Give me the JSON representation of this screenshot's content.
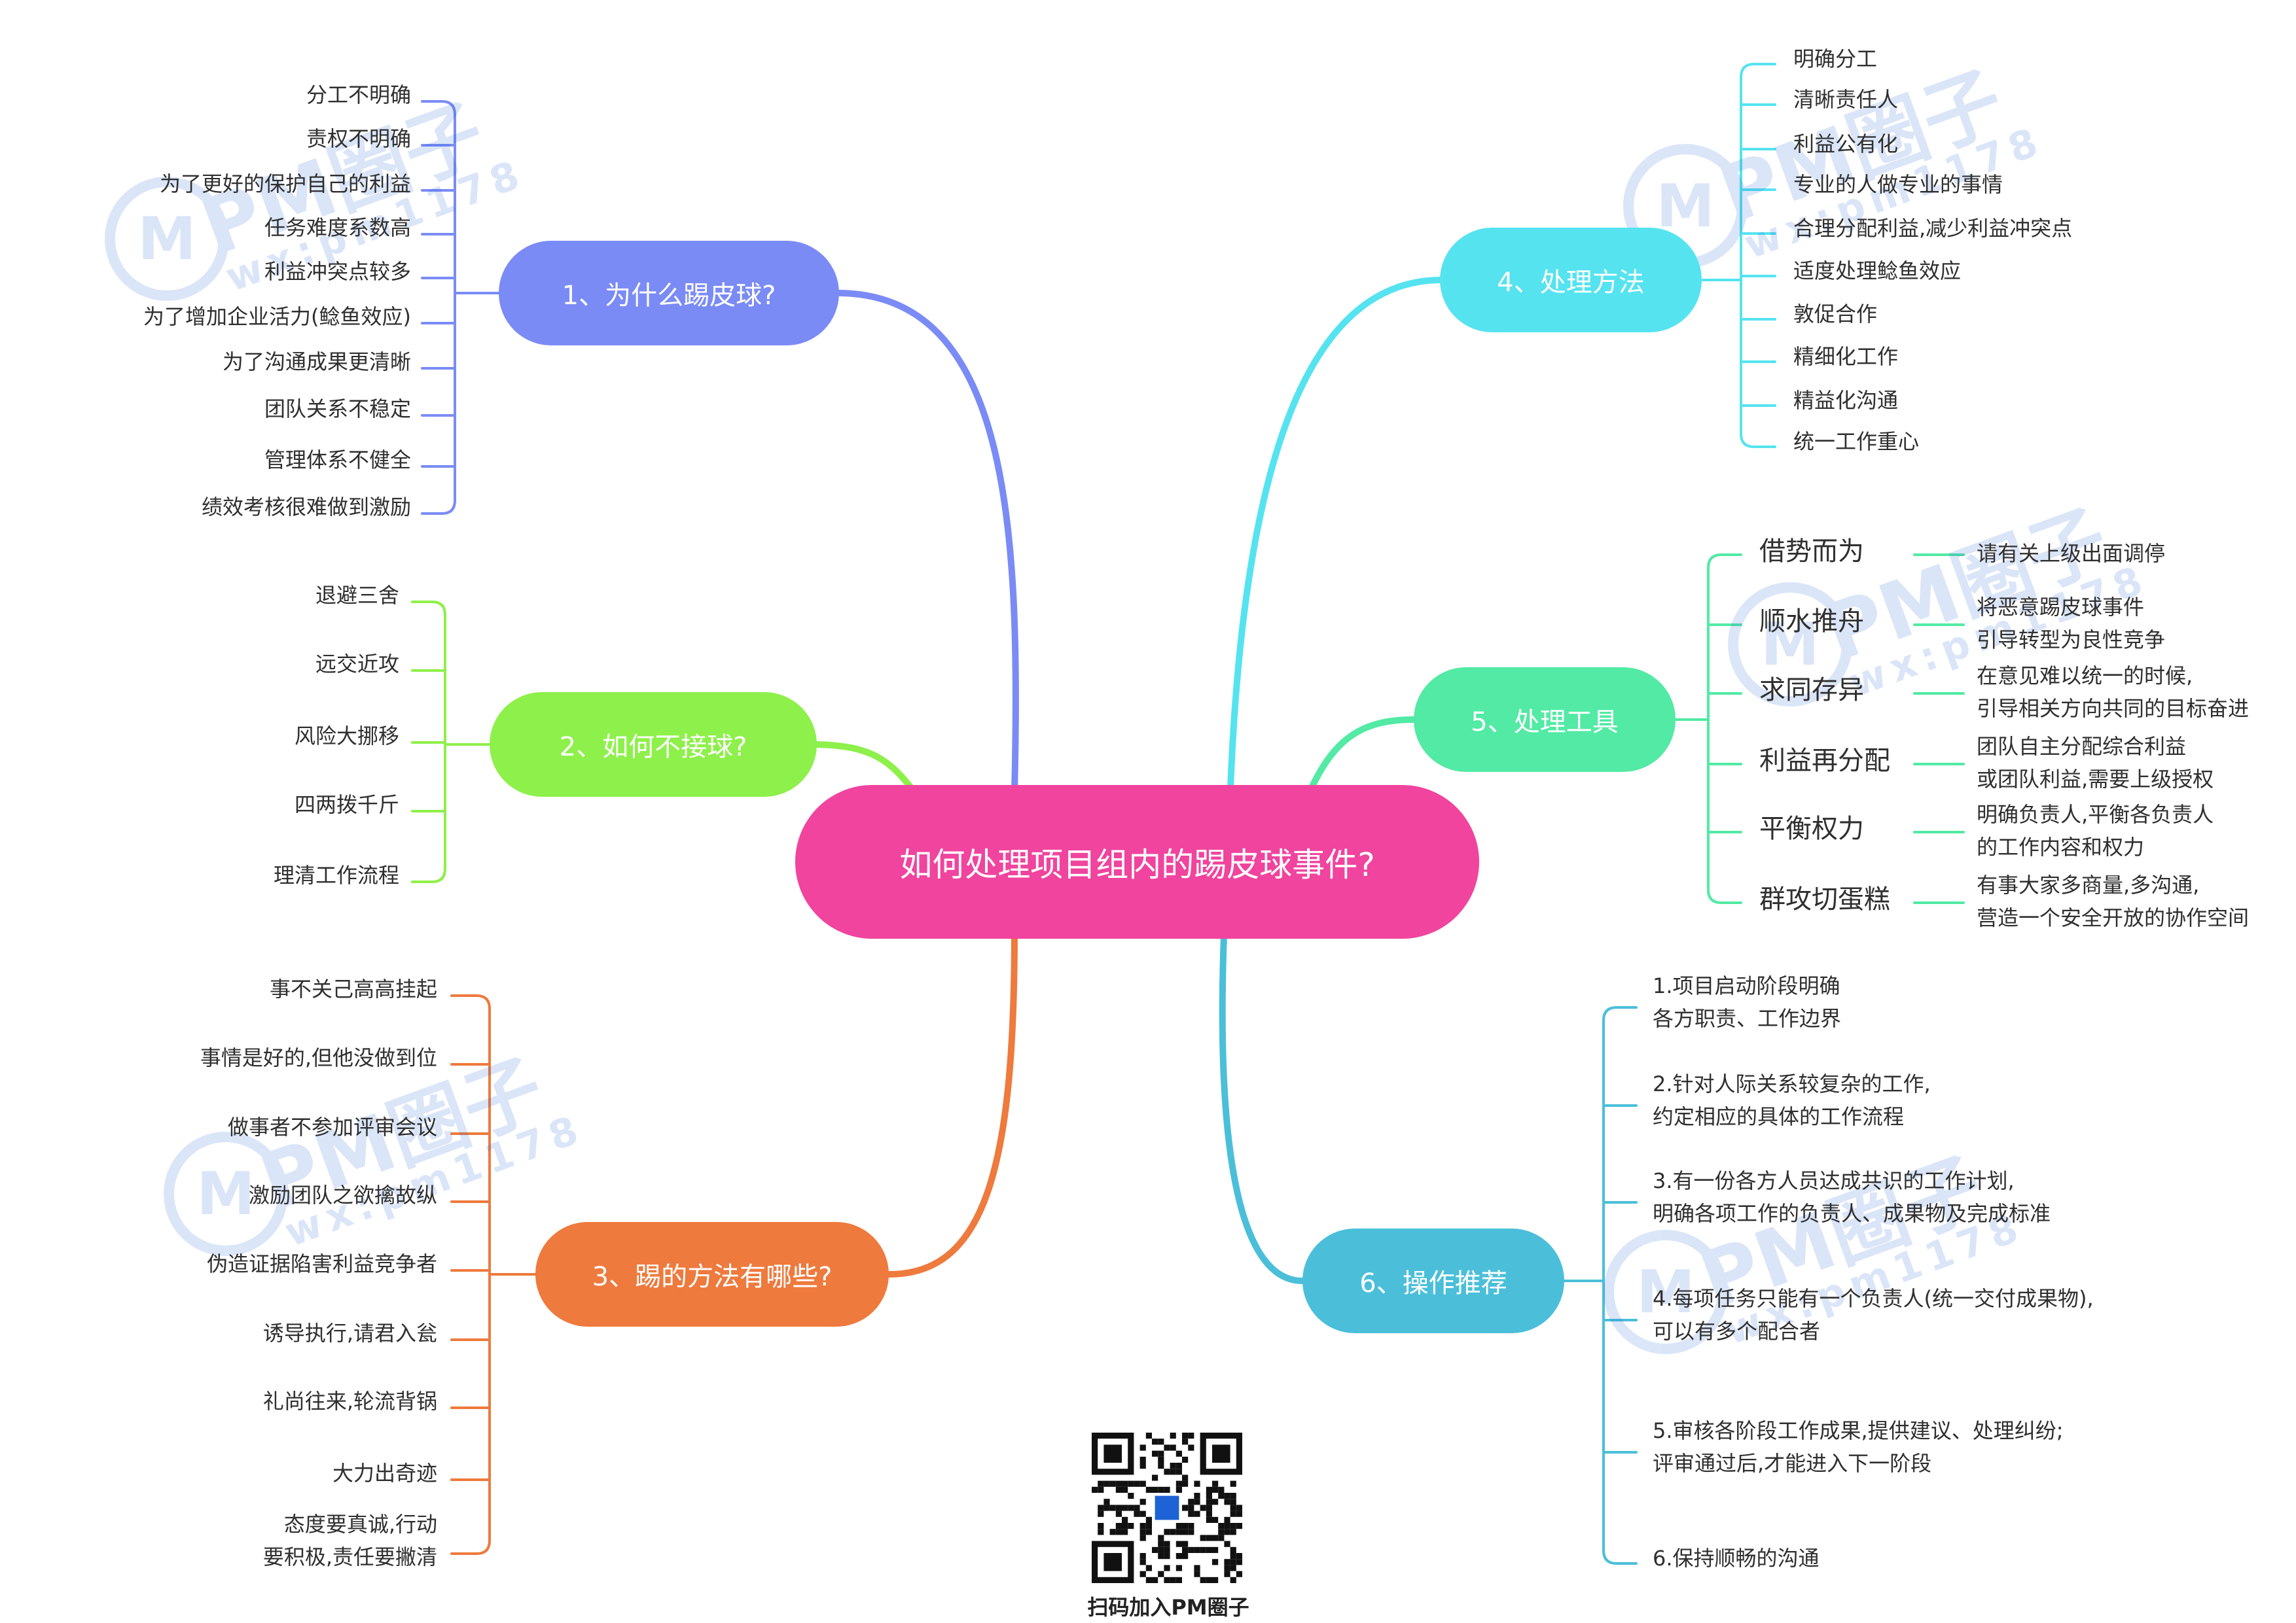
{
  "root": {
    "label": "如何处理项目组内的踢皮球事件?",
    "color": "#f0449e"
  },
  "watermark": {
    "logo": "M",
    "brand": "PM圈子",
    "wechat": "wx:pm1178"
  },
  "qr": {
    "caption": "扫码加入PM圈子"
  },
  "branches": [
    {
      "id": "b1",
      "label": "1、为什么踢皮球?",
      "color": "#7b8bf5",
      "items": [
        "分工不明确",
        "责权不明确",
        "为了更好的保护自己的利益",
        "任务难度系数高",
        "利益冲突点较多",
        "为了增加企业活力(鲶鱼效应)",
        "为了沟通成果更清晰",
        "团队关系不稳定",
        "管理体系不健全",
        "绩效考核很难做到激励"
      ]
    },
    {
      "id": "b2",
      "label": "2、如何不接球?",
      "color": "#8ef04a",
      "items": [
        "退避三舍",
        "远交近攻",
        "风险大挪移",
        "四两拨千斤",
        "理清工作流程"
      ]
    },
    {
      "id": "b3",
      "label": "3、踢的方法有哪些?",
      "color": "#ee7a3d",
      "items": [
        "事不关己高高挂起",
        "事情是好的,但他没做到位",
        "做事者不参加评审会议",
        "激励团队之欲擒故纵",
        "伪造证据陷害利益竞争者",
        "诱导执行,请君入瓮",
        "礼尚往来,轮流背锅",
        "大力出奇迹",
        "态度要真诚,行动\n要积极,责任要撇清"
      ]
    },
    {
      "id": "b4",
      "label": "4、处理方法",
      "color": "#55e3f0",
      "items": [
        "明确分工",
        "清晰责任人",
        "利益公有化",
        "专业的人做专业的事情",
        "合理分配利益,减少利益冲突点",
        "适度处理鲶鱼效应",
        "敦促合作",
        "精细化工作",
        "精益化沟通",
        "统一工作重心"
      ]
    },
    {
      "id": "b5",
      "label": "5、处理工具",
      "color": "#52eaa4",
      "items": [
        {
          "name": "借势而为",
          "desc": "请有关上级出面调停"
        },
        {
          "name": "顺水推舟",
          "desc": "将恶意踢皮球事件\n引导转型为良性竞争"
        },
        {
          "name": "求同存异",
          "desc": "在意见难以统一的时候,\n引导相关方向共同的目标奋进"
        },
        {
          "name": "利益再分配",
          "desc": "团队自主分配综合利益\n或团队利益,需要上级授权"
        },
        {
          "name": "平衡权力",
          "desc": "明确负责人,平衡各负责人\n的工作内容和权力"
        },
        {
          "name": "群攻切蛋糕",
          "desc": "有事大家多商量,多沟通,\n营造一个安全开放的协作空间"
        }
      ]
    },
    {
      "id": "b6",
      "label": "6、操作推荐",
      "color": "#4bbfd9",
      "items": [
        "1.项目启动阶段明确\n各方职责、工作边界",
        "2.针对人际关系较复杂的工作,\n约定相应的具体的工作流程",
        "3.有一份各方人员达成共识的工作计划,\n明确各项工作的负责人、成果物及完成标准",
        "4.每项任务只能有一个负责人(统一交付成果物),\n可以有多个配合者",
        "5.审核各阶段工作成果,提供建议、处理纠纷;\n评审通过后,才能进入下一阶段",
        "6.保持顺畅的沟通"
      ]
    }
  ]
}
